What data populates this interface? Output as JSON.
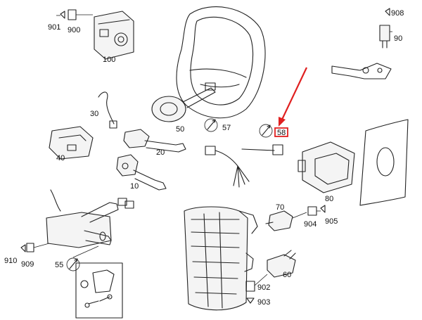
{
  "diagram": {
    "part_numbers": {
      "p901": "901",
      "p900": "900",
      "p100": "100",
      "p908": "908",
      "p90": "90",
      "p30": "30",
      "p50": "50",
      "p57": "57",
      "p58": "58",
      "p40": "40",
      "p20": "20",
      "p10": "10",
      "p80": "80",
      "p70": "70",
      "p904": "904",
      "p905": "905",
      "p910": "910",
      "p909": "909",
      "p55": "55",
      "p902": "902",
      "p60": "60",
      "p903": "903"
    },
    "colors": {
      "line": "#222222",
      "highlight": "#e02020",
      "background": "#ffffff"
    },
    "icons": {
      "tool_symbol": "wrench-icon",
      "pointer": "red-arrow-icon"
    }
  }
}
